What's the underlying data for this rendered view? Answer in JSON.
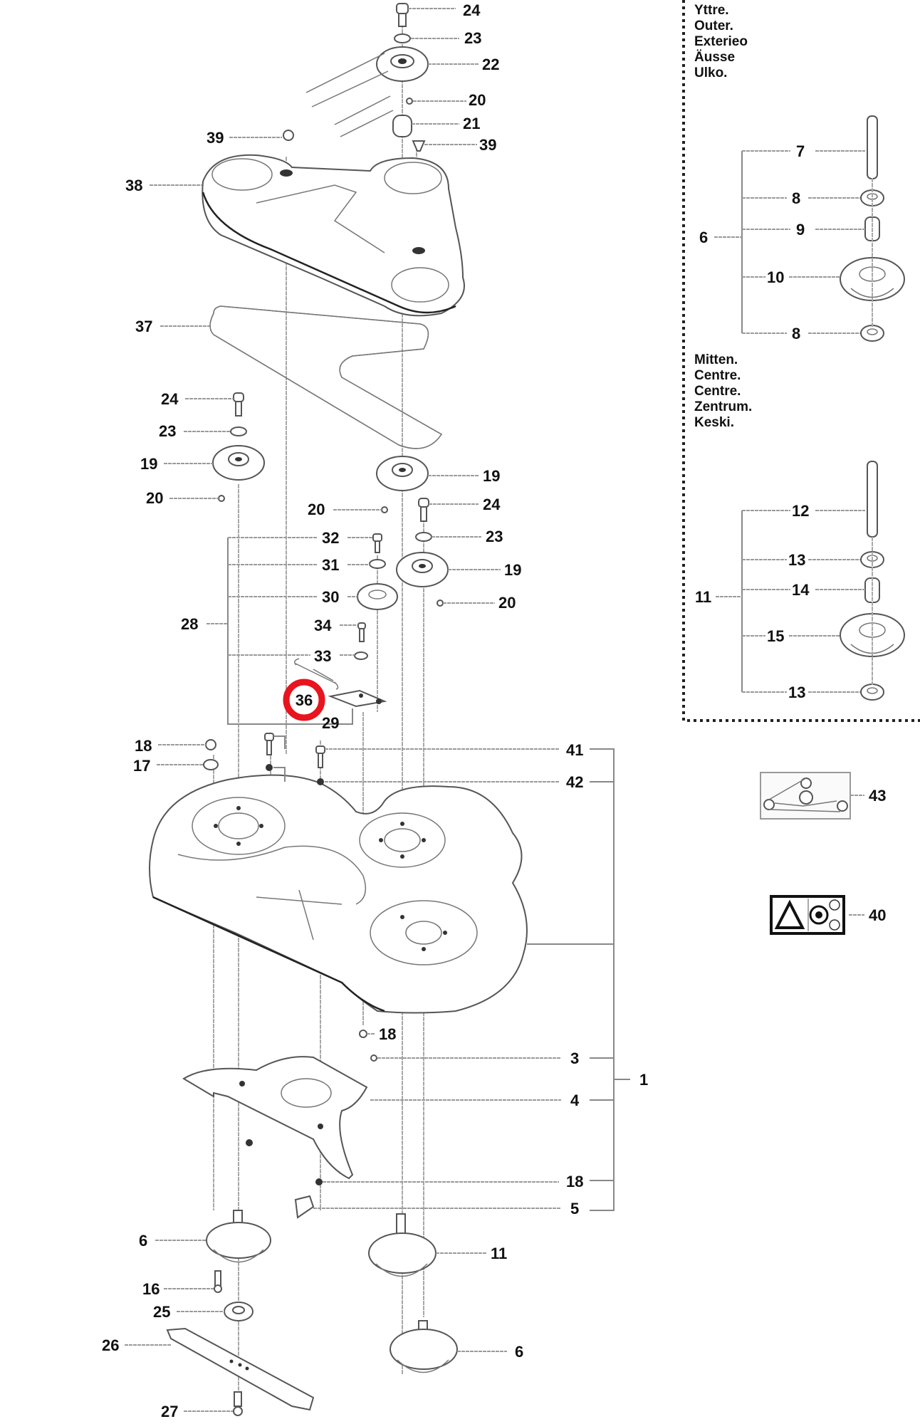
{
  "diagram": {
    "title": "Cutting deck exploded parts diagram",
    "highlight": {
      "part": "36",
      "color": "#e8141e"
    },
    "callouts": [
      {
        "id": "c24a",
        "text": "24"
      },
      {
        "id": "c23a",
        "text": "23"
      },
      {
        "id": "c22",
        "text": "22"
      },
      {
        "id": "c20a",
        "text": "20"
      },
      {
        "id": "c21",
        "text": "21"
      },
      {
        "id": "c39a",
        "text": "39"
      },
      {
        "id": "c39b",
        "text": "39"
      },
      {
        "id": "c38",
        "text": "38"
      },
      {
        "id": "c37",
        "text": "37"
      },
      {
        "id": "c24b",
        "text": "24"
      },
      {
        "id": "c23b",
        "text": "23"
      },
      {
        "id": "c19a",
        "text": "19"
      },
      {
        "id": "c20b",
        "text": "20"
      },
      {
        "id": "c19b",
        "text": "19"
      },
      {
        "id": "c20c",
        "text": "20"
      },
      {
        "id": "c24c",
        "text": "24"
      },
      {
        "id": "c23c",
        "text": "23"
      },
      {
        "id": "c19c",
        "text": "19"
      },
      {
        "id": "c20d",
        "text": "20"
      },
      {
        "id": "c32",
        "text": "32"
      },
      {
        "id": "c31",
        "text": "31"
      },
      {
        "id": "c30",
        "text": "30"
      },
      {
        "id": "c28",
        "text": "28"
      },
      {
        "id": "c34",
        "text": "34"
      },
      {
        "id": "c33",
        "text": "33"
      },
      {
        "id": "c36",
        "text": "36"
      },
      {
        "id": "c29",
        "text": "29"
      },
      {
        "id": "c18a",
        "text": "18"
      },
      {
        "id": "c17",
        "text": "17"
      },
      {
        "id": "c41",
        "text": "41"
      },
      {
        "id": "c42",
        "text": "42"
      },
      {
        "id": "c18b",
        "text": "18"
      },
      {
        "id": "c3",
        "text": "3"
      },
      {
        "id": "c1",
        "text": "1"
      },
      {
        "id": "c4",
        "text": "4"
      },
      {
        "id": "c18c",
        "text": "18"
      },
      {
        "id": "c5",
        "text": "5"
      },
      {
        "id": "c6a",
        "text": "6"
      },
      {
        "id": "c16",
        "text": "16"
      },
      {
        "id": "c25",
        "text": "25"
      },
      {
        "id": "c26",
        "text": "26"
      },
      {
        "id": "c27",
        "text": "27"
      },
      {
        "id": "c11a",
        "text": "11"
      },
      {
        "id": "c6b",
        "text": "6"
      },
      {
        "id": "c43",
        "text": "43"
      },
      {
        "id": "c40",
        "text": "40"
      }
    ],
    "outer_panel": {
      "titles": [
        "Yttre.",
        "Outer.",
        "Exterieo",
        "Äusse",
        "Ulko."
      ],
      "assembly": "6",
      "parts": [
        "7",
        "8",
        "9",
        "10",
        "8"
      ]
    },
    "center_panel": {
      "titles": [
        "Mitten.",
        "Centre.",
        "Centre.",
        "Zentrum.",
        "Keski."
      ],
      "assembly": "11",
      "parts": [
        "12",
        "13",
        "14",
        "15",
        "13"
      ]
    }
  }
}
